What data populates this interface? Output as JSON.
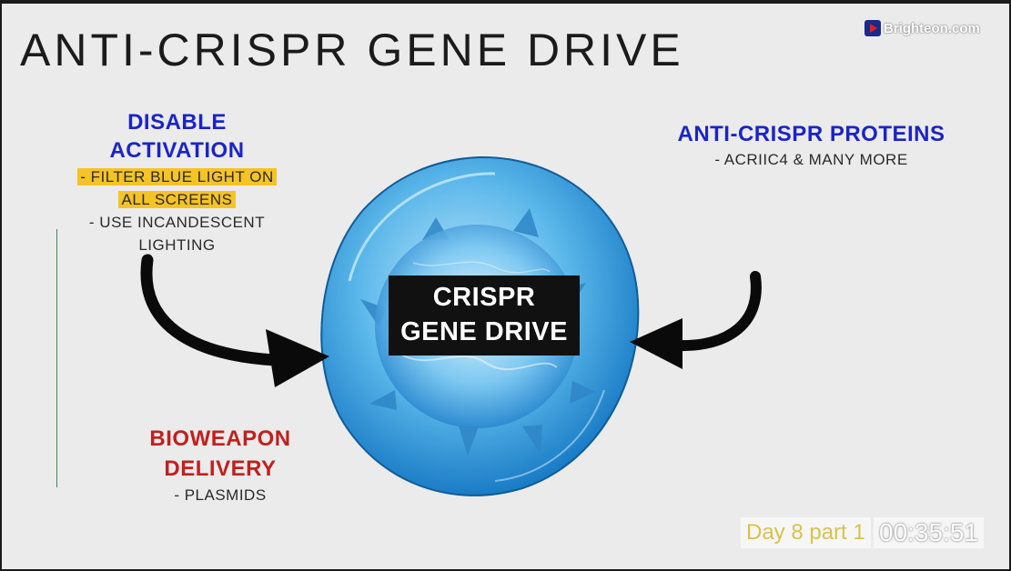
{
  "slide": {
    "title": "ANTI-CRISPR GENE DRIVE",
    "brand": "Brighteon.com",
    "left_top": {
      "heading_line1": "DISABLE",
      "heading_line2": "ACTIVATION",
      "highlight_line1": "- FILTER BLUE LIGHT ON",
      "highlight_line2": "ALL SCREENS",
      "line3": "- USE INCANDESCENT",
      "line4": "LIGHTING"
    },
    "left_bottom": {
      "heading_line1": "BIOWEAPON",
      "heading_line2": "DELIVERY",
      "line1": "- PLASMIDS"
    },
    "right": {
      "heading": "ANTI-CRISPR PROTEINS",
      "line1": "- ACRIIC4 & MANY MORE"
    },
    "center": {
      "line1": "CRISPR",
      "line2": "GENE DRIVE"
    }
  },
  "video": {
    "episode_label": "Day 8 part 1",
    "timecode": "00:35:51"
  },
  "colors": {
    "heading_blue": "#1a24c8",
    "heading_red": "#c0201e",
    "highlight": "#f5c325",
    "background": "#ebebeb"
  },
  "icons": {
    "brand": "brighteon-play-icon",
    "left_arrow": "curved-arrow-right-icon",
    "right_arrow": "curved-arrow-left-icon",
    "cell": "cell-illustration"
  }
}
